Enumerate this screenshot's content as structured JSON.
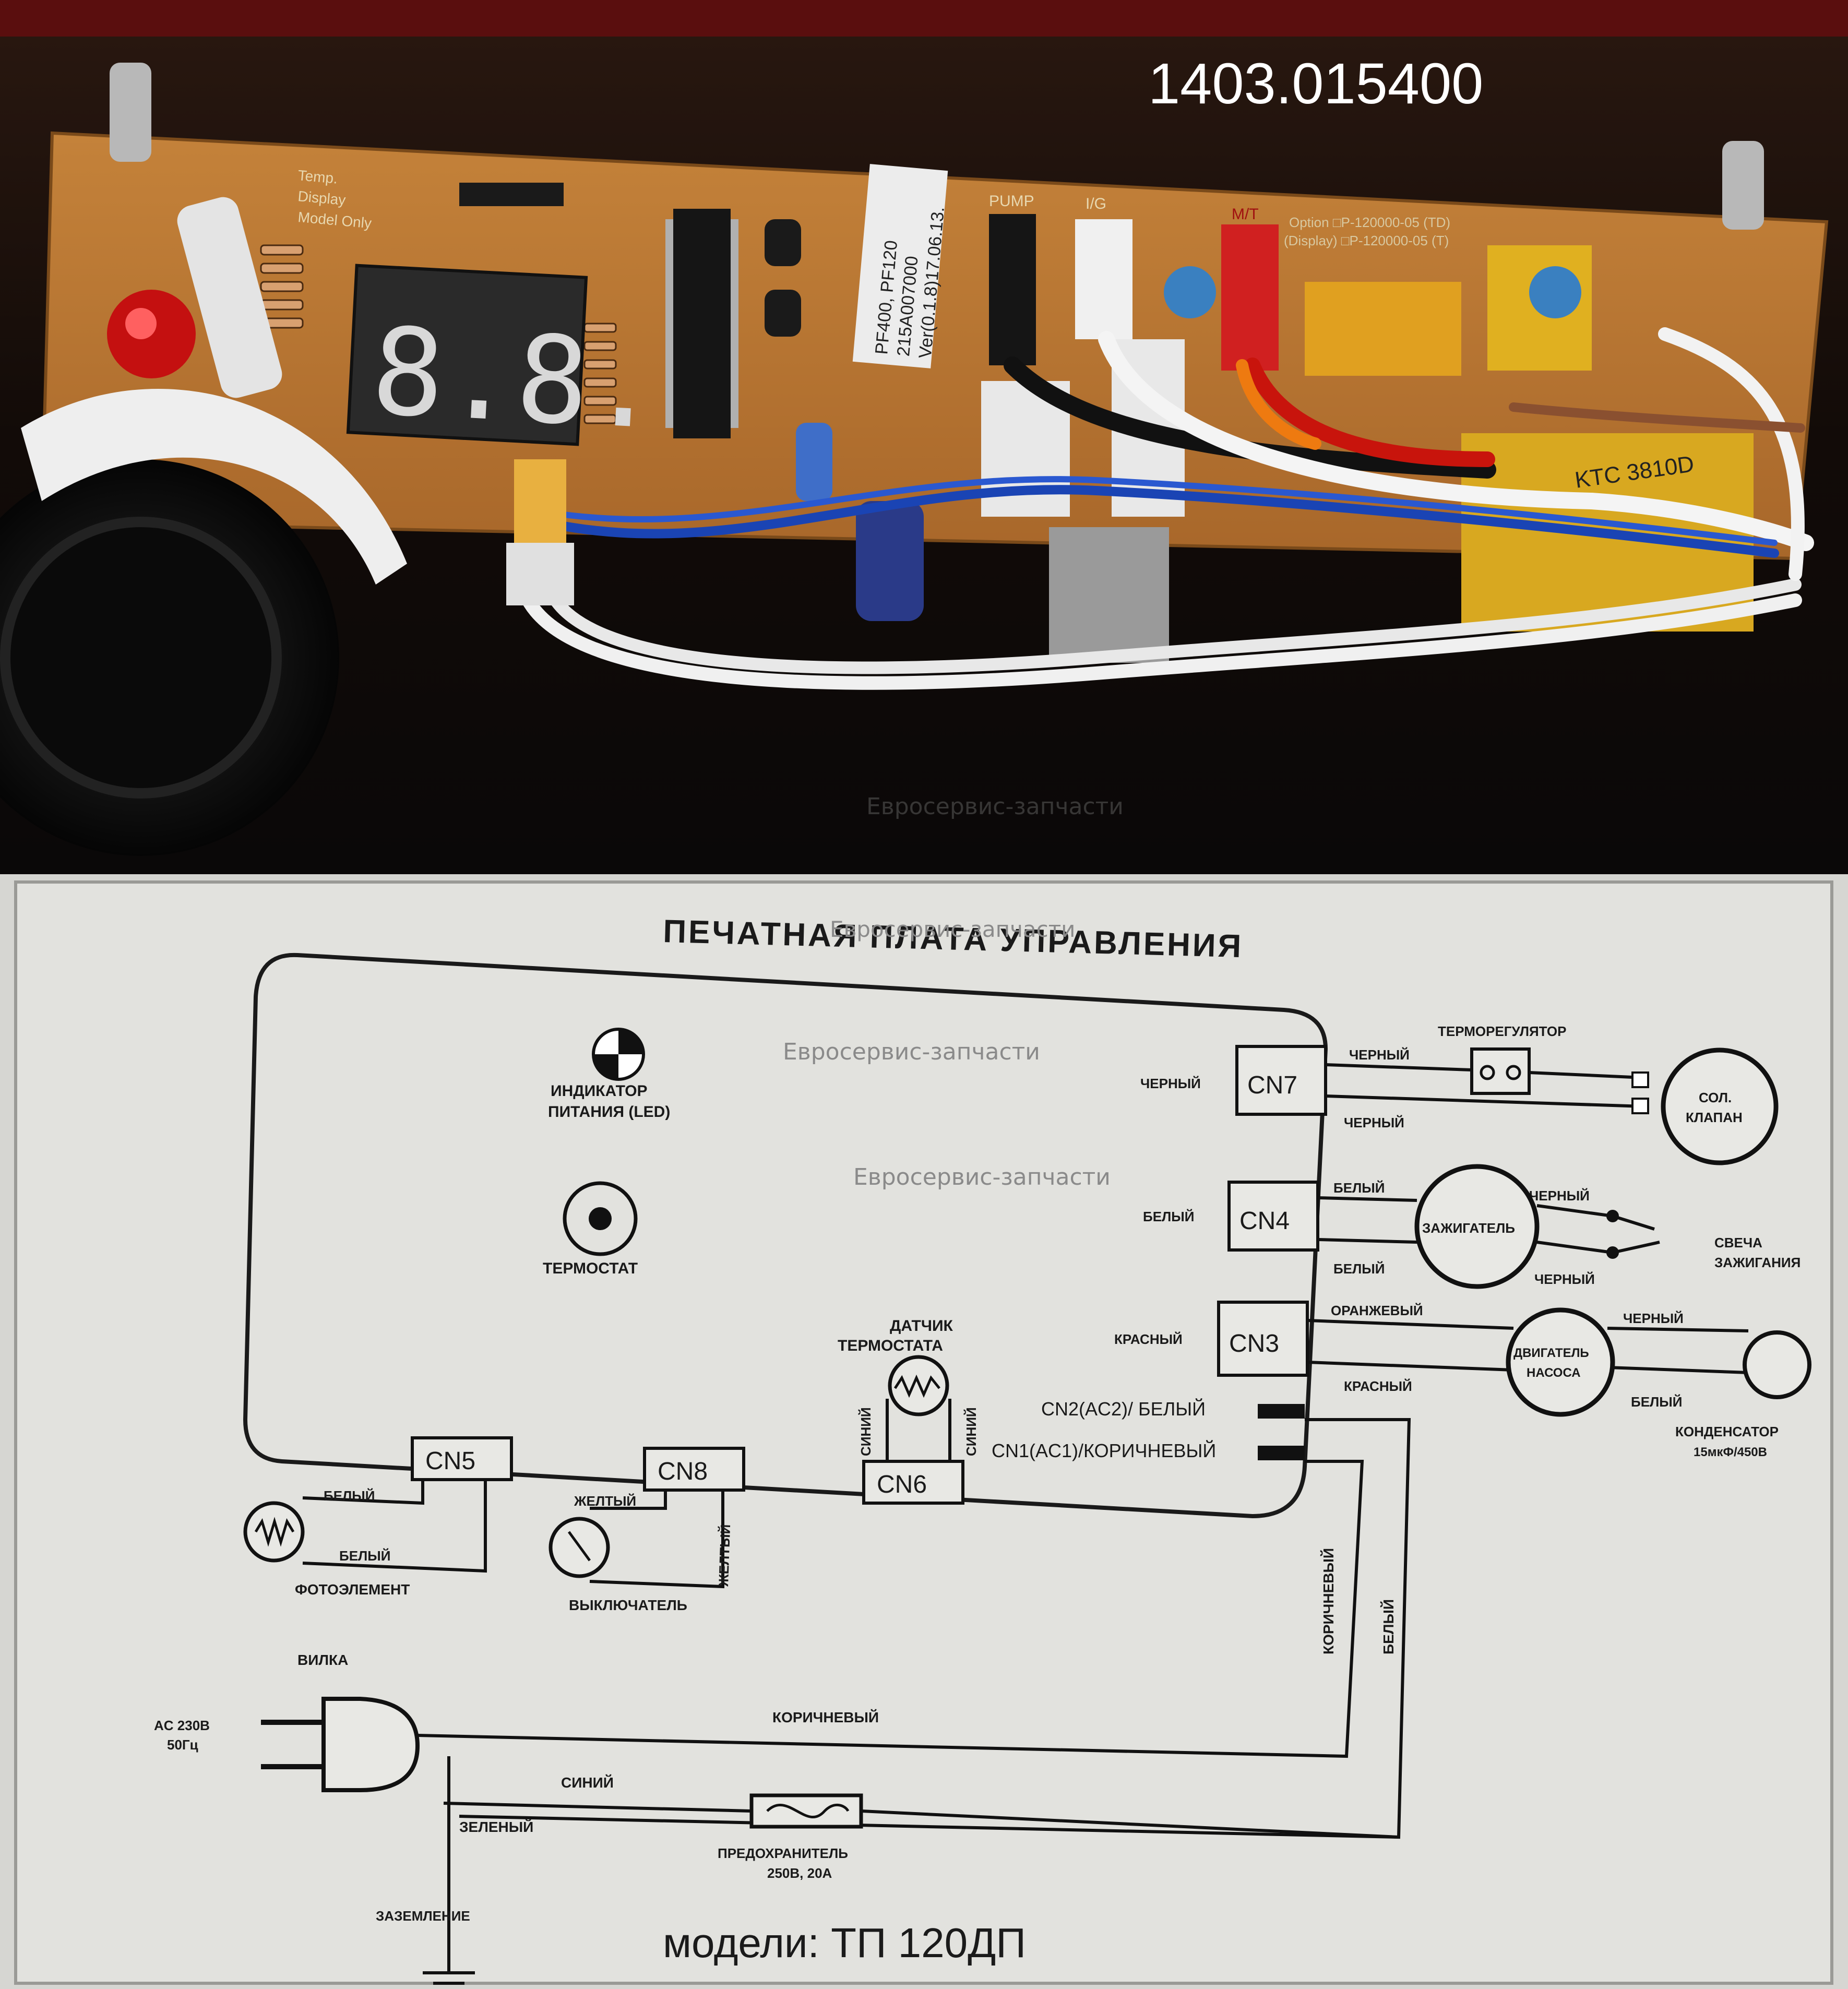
{
  "photo": {
    "part_number": "1403.015400",
    "silk": {
      "model_line1": "PF400, PF120",
      "model_line2": "215A007000",
      "model_line3": "Ver(0.1.8)17.06.13.",
      "temp_line1": "Temp.",
      "temp_line2": "Display",
      "temp_line3": "Model Only",
      "pump": "PUMP",
      "ig": "I/G",
      "mt": "M/T",
      "option1": "Option □P-120000-05 (TD)",
      "option2": "(Display) □P-120000-05 (T)",
      "ktc": "KTC 3810D",
      "display_digits": "8.8."
    },
    "watermark": "Евросервис-запчасти"
  },
  "diagram": {
    "title": "ПЕЧАТНАЯ ПЛАТА УПРАВЛЕНИЯ",
    "footer": "модели: ТП 120ДП",
    "watermarks": [
      "Евросервис-запчасти",
      "Евросервис-запчасти",
      "Евросервис-запчасти"
    ],
    "board": {
      "led_label_1": "ИНДИКАТОР",
      "led_label_2": "ПИТАНИЯ (LED)",
      "thermostat_label": "ТЕРМОСТАТ",
      "sensor_label_1": "ДАТЧИК",
      "sensor_label_2": "ТЕРМОСТАТА"
    },
    "connectors": {
      "cn7": "CN7",
      "cn4": "CN4",
      "cn3": "CN3",
      "cn5": "CN5",
      "cn8": "CN8",
      "cn6": "CN6",
      "cn2": "CN2(AC2)/ БЕЛЫЙ",
      "cn1": "CN1(AC1)/КОРИЧНЕВЫЙ"
    },
    "wires": {
      "black": "ЧЕРНЫЙ",
      "white": "БЕЛЫЙ",
      "red": "КРАСНЫЙ",
      "orange": "ОРАНЖЕВЫЙ",
      "brown": "КОРИЧНЕВЫЙ",
      "blue": "СИНИЙ",
      "yellow": "ЖЕЛТЫЙ",
      "green": "ЗЕЛЕНЫЙ"
    },
    "components": {
      "thermoregulator": "ТЕРМОРЕГУЛЯТОР",
      "valve_1": "СОЛ.",
      "valve_2": "КЛАПАН",
      "igniter": "ЗАЖИГАТЕЛЬ",
      "spark_1": "СВЕЧА",
      "spark_2": "ЗАЖИГАНИЯ",
      "motor_1": "ДВИГАТЕЛЬ",
      "motor_2": "НАСОСА",
      "capacitor_1": "КОНДЕНСАТОР",
      "capacitor_2": "15мкФ/450В",
      "photocell": "ФОТОЭЛЕМЕНТ",
      "switch": "ВЫКЛЮЧАТЕЛЬ",
      "plug": "ВИЛКА",
      "ac_1": "AC 230В",
      "ac_2": "50Гц",
      "ground": "ЗАЗЕМЛЕНИЕ",
      "fuse_1": "ПРЕДОХРАНИТЕЛЬ",
      "fuse_2": "250В, 20А"
    }
  }
}
